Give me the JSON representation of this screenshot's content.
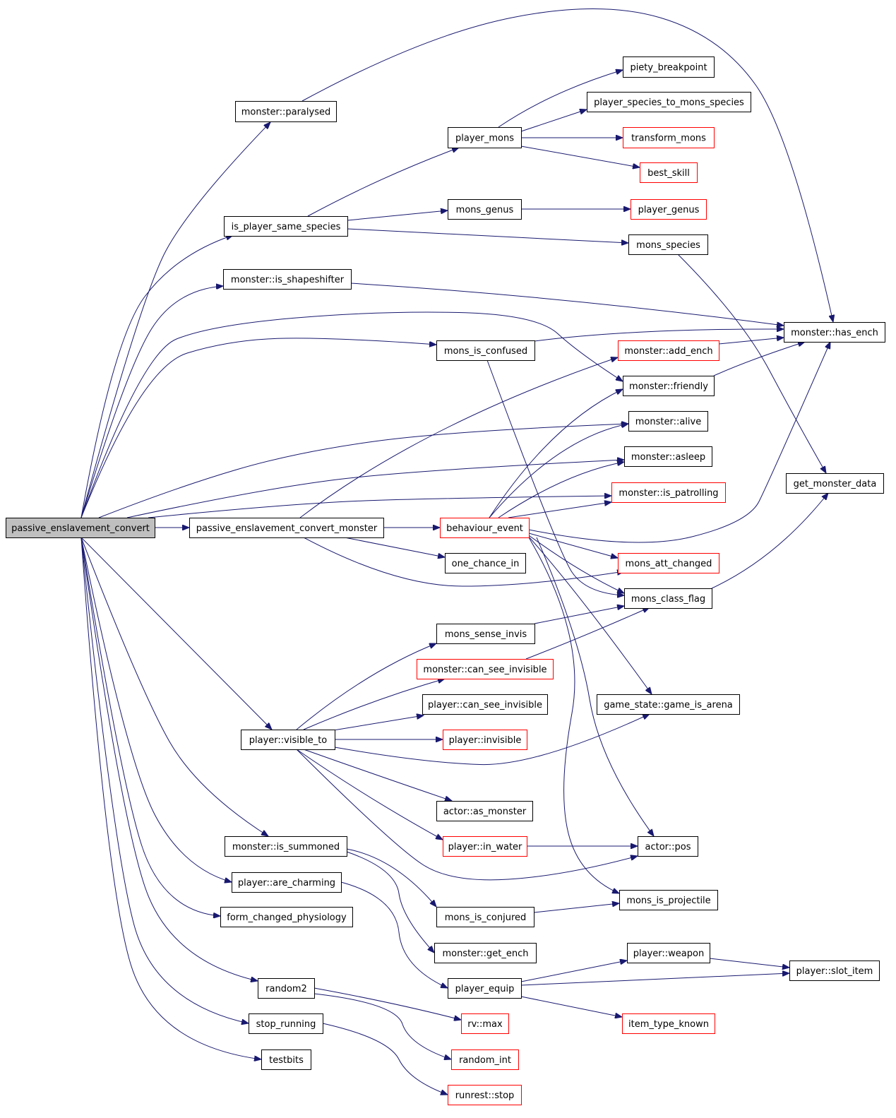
{
  "graph": {
    "colors": {
      "edge": "#191970",
      "border_normal": "#000000",
      "border_undocumented": "#ff0000",
      "root_fill": "#bfbfbf",
      "node_fill": "#ffffff"
    },
    "nodes": [
      {
        "id": "root",
        "label": "passive_enslavement_convert",
        "style": "root"
      },
      {
        "id": "paralysed",
        "label": "monster::paralysed",
        "style": "normal"
      },
      {
        "id": "is_player_same_species",
        "label": "is_player_same_species",
        "style": "normal"
      },
      {
        "id": "is_shapeshifter",
        "label": "monster::is_shapeshifter",
        "style": "normal"
      },
      {
        "id": "convert_monster",
        "label": "passive_enslavement_convert_monster",
        "style": "normal"
      },
      {
        "id": "visible_to",
        "label": "player::visible_to",
        "style": "normal"
      },
      {
        "id": "is_summoned",
        "label": "monster::is_summoned",
        "style": "normal"
      },
      {
        "id": "are_charming",
        "label": "player::are_charming",
        "style": "normal"
      },
      {
        "id": "form_changed",
        "label": "form_changed_physiology",
        "style": "normal"
      },
      {
        "id": "random2",
        "label": "random2",
        "style": "normal"
      },
      {
        "id": "stop_running",
        "label": "stop_running",
        "style": "normal"
      },
      {
        "id": "testbits",
        "label": "testbits",
        "style": "normal"
      },
      {
        "id": "player_mons",
        "label": "player_mons",
        "style": "normal"
      },
      {
        "id": "mons_genus",
        "label": "mons_genus",
        "style": "normal"
      },
      {
        "id": "mons_is_confused",
        "label": "mons_is_confused",
        "style": "normal"
      },
      {
        "id": "behaviour_event",
        "label": "behaviour_event",
        "style": "red"
      },
      {
        "id": "one_chance_in",
        "label": "one_chance_in",
        "style": "normal"
      },
      {
        "id": "mons_sense_invis",
        "label": "mons_sense_invis",
        "style": "normal"
      },
      {
        "id": "can_see_invisible_m",
        "label": "monster::can_see_invisible",
        "style": "red"
      },
      {
        "id": "can_see_invisible_p",
        "label": "player::can_see_invisible",
        "style": "normal"
      },
      {
        "id": "invisible",
        "label": "player::invisible",
        "style": "red"
      },
      {
        "id": "as_monster",
        "label": "actor::as_monster",
        "style": "normal"
      },
      {
        "id": "in_water",
        "label": "player::in_water",
        "style": "red"
      },
      {
        "id": "mons_is_conjured",
        "label": "mons_is_conjured",
        "style": "normal"
      },
      {
        "id": "get_ench",
        "label": "monster::get_ench",
        "style": "normal"
      },
      {
        "id": "player_equip",
        "label": "player_equip",
        "style": "normal"
      },
      {
        "id": "rv_max",
        "label": "rv::max",
        "style": "red"
      },
      {
        "id": "random_int",
        "label": "random_int",
        "style": "red"
      },
      {
        "id": "runrest_stop",
        "label": "runrest::stop",
        "style": "red"
      },
      {
        "id": "piety_breakpoint",
        "label": "piety_breakpoint",
        "style": "normal"
      },
      {
        "id": "species_to_mons",
        "label": "player_species_to_mons_species",
        "style": "normal"
      },
      {
        "id": "transform_mons",
        "label": "transform_mons",
        "style": "red"
      },
      {
        "id": "best_skill",
        "label": "best_skill",
        "style": "red"
      },
      {
        "id": "player_genus",
        "label": "player_genus",
        "style": "red"
      },
      {
        "id": "mons_species",
        "label": "mons_species",
        "style": "normal"
      },
      {
        "id": "add_ench",
        "label": "monster::add_ench",
        "style": "red"
      },
      {
        "id": "friendly",
        "label": "monster::friendly",
        "style": "normal"
      },
      {
        "id": "alive",
        "label": "monster::alive",
        "style": "normal"
      },
      {
        "id": "asleep",
        "label": "monster::asleep",
        "style": "normal"
      },
      {
        "id": "is_patrolling",
        "label": "monster::is_patrolling",
        "style": "red"
      },
      {
        "id": "mons_att_changed",
        "label": "mons_att_changed",
        "style": "red"
      },
      {
        "id": "mons_class_flag",
        "label": "mons_class_flag",
        "style": "normal"
      },
      {
        "id": "game_is_arena",
        "label": "game_state::game_is_arena",
        "style": "normal"
      },
      {
        "id": "actor_pos",
        "label": "actor::pos",
        "style": "normal"
      },
      {
        "id": "mons_is_projectile",
        "label": "mons_is_projectile",
        "style": "normal"
      },
      {
        "id": "player_weapon",
        "label": "player::weapon",
        "style": "normal"
      },
      {
        "id": "item_type_known",
        "label": "item_type_known",
        "style": "red"
      },
      {
        "id": "has_ench",
        "label": "monster::has_ench",
        "style": "normal"
      },
      {
        "id": "get_monster_data",
        "label": "get_monster_data",
        "style": "normal"
      },
      {
        "id": "slot_item",
        "label": "player::slot_item",
        "style": "normal"
      }
    ],
    "edges": [
      [
        "root",
        "paralysed"
      ],
      [
        "root",
        "is_player_same_species"
      ],
      [
        "root",
        "is_shapeshifter"
      ],
      [
        "root",
        "friendly"
      ],
      [
        "root",
        "mons_is_confused"
      ],
      [
        "root",
        "alive"
      ],
      [
        "root",
        "asleep"
      ],
      [
        "root",
        "is_patrolling"
      ],
      [
        "root",
        "convert_monster"
      ],
      [
        "root",
        "visible_to"
      ],
      [
        "root",
        "is_summoned"
      ],
      [
        "root",
        "are_charming"
      ],
      [
        "root",
        "form_changed"
      ],
      [
        "root",
        "random2"
      ],
      [
        "root",
        "stop_running"
      ],
      [
        "root",
        "testbits"
      ],
      [
        "paralysed",
        "has_ench"
      ],
      [
        "is_player_same_species",
        "player_mons"
      ],
      [
        "is_player_same_species",
        "mons_genus"
      ],
      [
        "is_player_same_species",
        "mons_species"
      ],
      [
        "is_shapeshifter",
        "has_ench"
      ],
      [
        "player_mons",
        "piety_breakpoint"
      ],
      [
        "player_mons",
        "species_to_mons"
      ],
      [
        "player_mons",
        "transform_mons"
      ],
      [
        "player_mons",
        "best_skill"
      ],
      [
        "mons_genus",
        "player_genus"
      ],
      [
        "mons_species",
        "get_monster_data"
      ],
      [
        "mons_is_confused",
        "has_ench"
      ],
      [
        "mons_is_confused",
        "mons_class_flag"
      ],
      [
        "add_ench",
        "has_ench"
      ],
      [
        "friendly",
        "has_ench"
      ],
      [
        "convert_monster",
        "add_ench"
      ],
      [
        "convert_monster",
        "behaviour_event"
      ],
      [
        "convert_monster",
        "one_chance_in"
      ],
      [
        "convert_monster",
        "mons_att_changed"
      ],
      [
        "behaviour_event",
        "friendly"
      ],
      [
        "behaviour_event",
        "alive"
      ],
      [
        "behaviour_event",
        "asleep"
      ],
      [
        "behaviour_event",
        "is_patrolling"
      ],
      [
        "behaviour_event",
        "has_ench"
      ],
      [
        "behaviour_event",
        "mons_att_changed"
      ],
      [
        "behaviour_event",
        "mons_class_flag"
      ],
      [
        "behaviour_event",
        "game_is_arena"
      ],
      [
        "behaviour_event",
        "actor_pos"
      ],
      [
        "behaviour_event",
        "mons_is_projectile"
      ],
      [
        "mons_class_flag",
        "get_monster_data"
      ],
      [
        "mons_sense_invis",
        "mons_class_flag"
      ],
      [
        "can_see_invisible_m",
        "mons_class_flag"
      ],
      [
        "visible_to",
        "mons_sense_invis"
      ],
      [
        "visible_to",
        "can_see_invisible_m"
      ],
      [
        "visible_to",
        "can_see_invisible_p"
      ],
      [
        "visible_to",
        "invisible"
      ],
      [
        "visible_to",
        "game_is_arena"
      ],
      [
        "visible_to",
        "as_monster"
      ],
      [
        "visible_to",
        "in_water"
      ],
      [
        "visible_to",
        "actor_pos"
      ],
      [
        "in_water",
        "actor_pos"
      ],
      [
        "is_summoned",
        "mons_is_conjured"
      ],
      [
        "is_summoned",
        "get_ench"
      ],
      [
        "mons_is_conjured",
        "mons_is_projectile"
      ],
      [
        "are_charming",
        "player_equip"
      ],
      [
        "player_equip",
        "player_weapon"
      ],
      [
        "player_equip",
        "slot_item"
      ],
      [
        "player_equip",
        "item_type_known"
      ],
      [
        "player_weapon",
        "slot_item"
      ],
      [
        "random2",
        "rv_max"
      ],
      [
        "random2",
        "random_int"
      ],
      [
        "stop_running",
        "runrest_stop"
      ]
    ]
  }
}
